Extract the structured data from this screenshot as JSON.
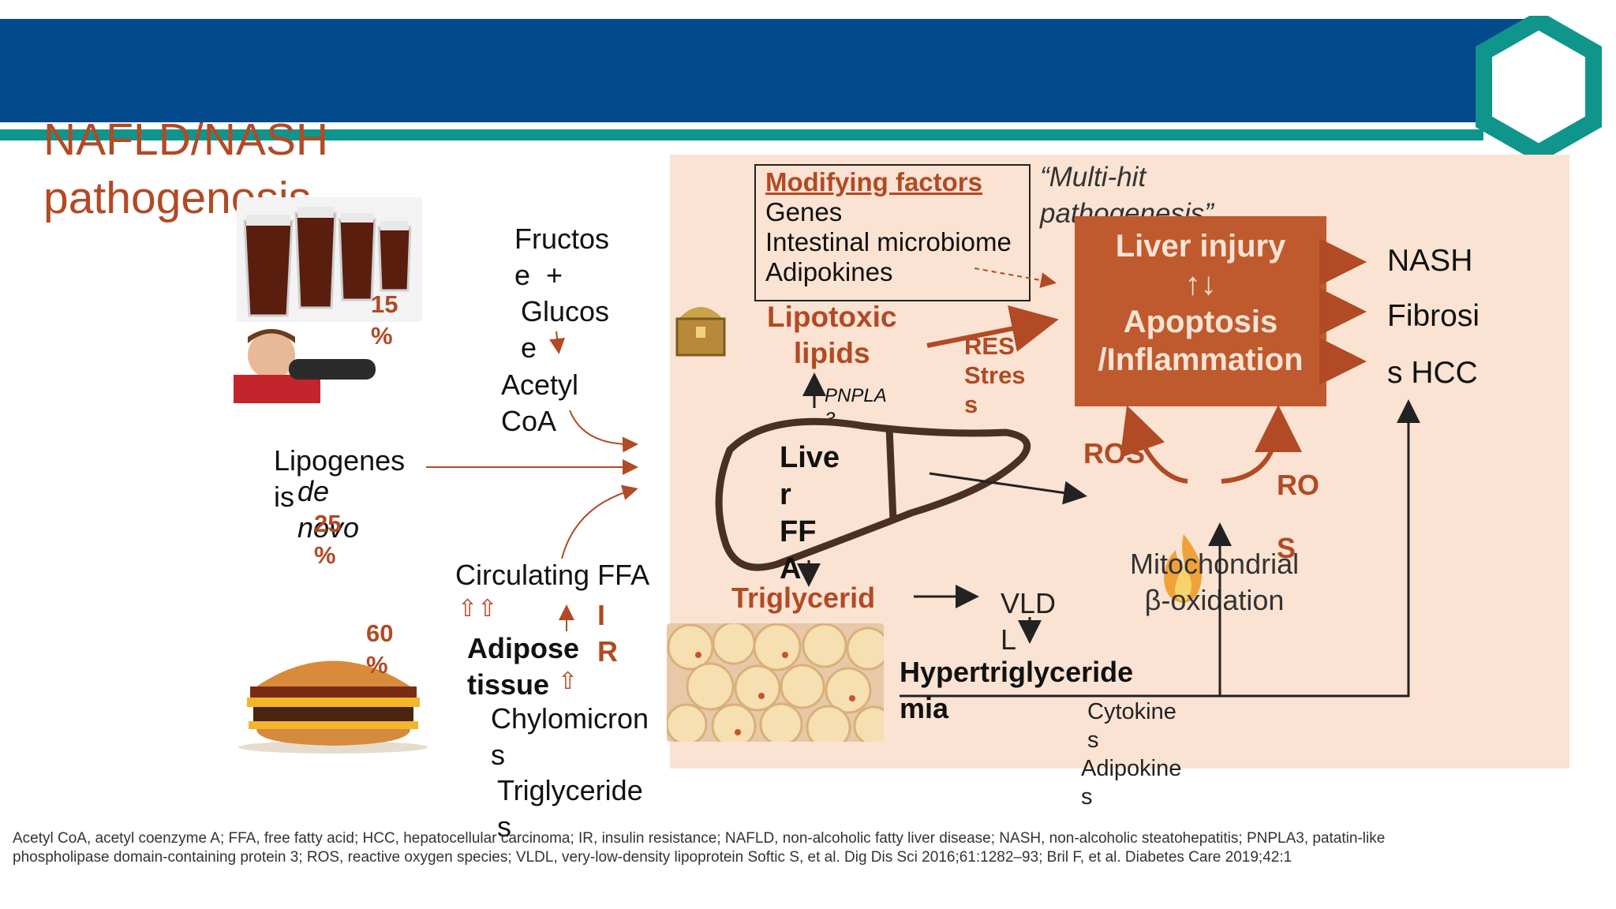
{
  "slide": {
    "title_line1": "NAFLD/NASH",
    "title_line2": "pathogenesis",
    "colors": {
      "header_blue": "#024a8c",
      "teal": "#0f958c",
      "rust": "#b14a25",
      "panel": "#fbe3d3",
      "injury_box": "#bf5a2f"
    }
  },
  "sources": {
    "soda_pct": "15\n%",
    "fructose": "Fructos\ne  +",
    "glucose": "Glucos\ne",
    "acetyl": "Acetyl\nCoA",
    "lipogenesis": "Lipogenes\nis",
    "de_novo": "de\nnovo",
    "lipo_pct": "25\n%",
    "circulating": "Circulating FFA",
    "ffa_arrows": "⇧⇧",
    "ir": "I\nR",
    "adipose": "Adipose\ntissue",
    "adipose_arrow": "⇧",
    "burger_pct": "60\n%",
    "chylomicrons": "Chylomicron\ns",
    "triglycerides": "Triglyceride\ns"
  },
  "panel": {
    "modifying_title": "Modifying factors",
    "modifying_items": [
      "Genes",
      "Intestinal microbiome",
      "Adipokines"
    ],
    "multihit": "“Multi-hit\npathogenesis”",
    "lipotoxic": "Lipotoxic\nlipids",
    "pnpla": "PNPLA\n3",
    "er_stress": "RES\nStres\ns",
    "liver": "Live\nr\nFF\nA",
    "injury": "Liver injury",
    "updown": "↑↓",
    "apoptosis": "Apoptosis\n/Inflammation",
    "outcomes": [
      "NASH",
      "Fibrosi",
      "s HCC"
    ],
    "ros1": "ROS",
    "ros2": "RO\n\nS",
    "mito": "Mitochondrial\nβ-oxidation",
    "triglycerides_liver": "Triglycerid\nes",
    "vldl": "VLD\nL",
    "hypertg": "Hypertriglyceride\nmia",
    "cytokines": "Cytokine\ns",
    "adipokines": "Adipokine\ns"
  },
  "footnote": "Acetyl CoA, acetyl coenzyme A; FFA, free fatty acid; HCC, hepatocellular carcinoma; IR, insulin resistance; NAFLD, non-alcoholic fatty liver disease; NASH, non-alcoholic steatohepatitis; PNPLA3, patatin-like phospholipase domain-containing protein 3; ROS, reactive oxygen species; VLDL, very-low-density lipoprotein Softic S, et al. Dig Dis Sci 2016;61:1282–93; Bril F, et al. Diabetes Care 2019;42:1"
}
